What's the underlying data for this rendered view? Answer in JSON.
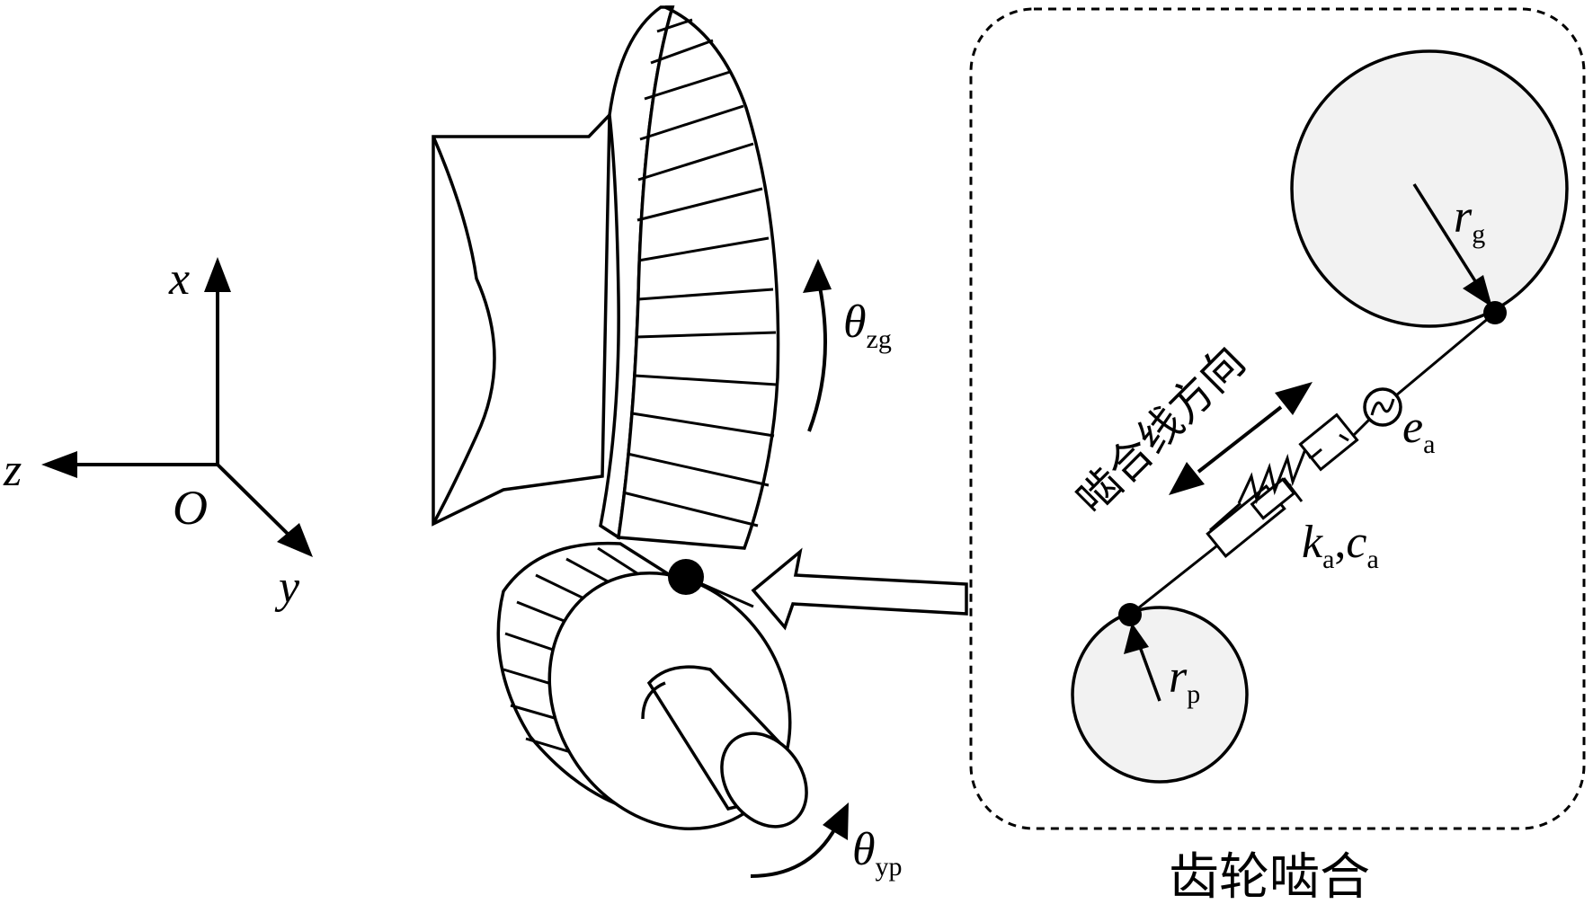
{
  "axes": {
    "x": "x",
    "y": "y",
    "z": "z",
    "origin": "O"
  },
  "rotations": {
    "gear": {
      "symbol": "θ",
      "sub": "zg"
    },
    "pinion": {
      "symbol": "θ",
      "sub": "yp"
    }
  },
  "mesh_model": {
    "gear_radius": {
      "symbol": "r",
      "sub": "g"
    },
    "pinion_radius": {
      "symbol": "r",
      "sub": "p"
    },
    "error": {
      "symbol": "e",
      "sub": "a"
    },
    "stiffness": {
      "symbol": "k",
      "sub": "a"
    },
    "separator": ",",
    "damping": {
      "symbol": "c",
      "sub": "a"
    },
    "line_of_action_label": "啮合线方向"
  },
  "caption": "齿轮啮合",
  "colors": {
    "stroke": "#000000",
    "circle_fill": "#f2f2f2",
    "background": "#ffffff"
  }
}
